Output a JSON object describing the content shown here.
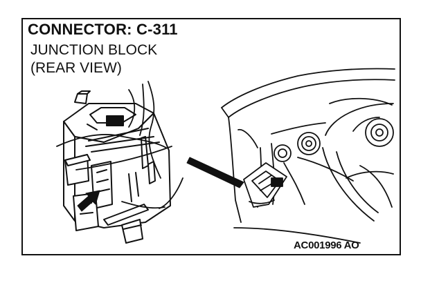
{
  "diagram": {
    "connector_label": "CONNECTOR: C-311",
    "component_line1": "JUNCTION BLOCK",
    "component_line2": "(REAR VIEW)",
    "figure_code": "AC001996 AO"
  },
  "colors": {
    "line": "#111111",
    "background": "#ffffff"
  }
}
